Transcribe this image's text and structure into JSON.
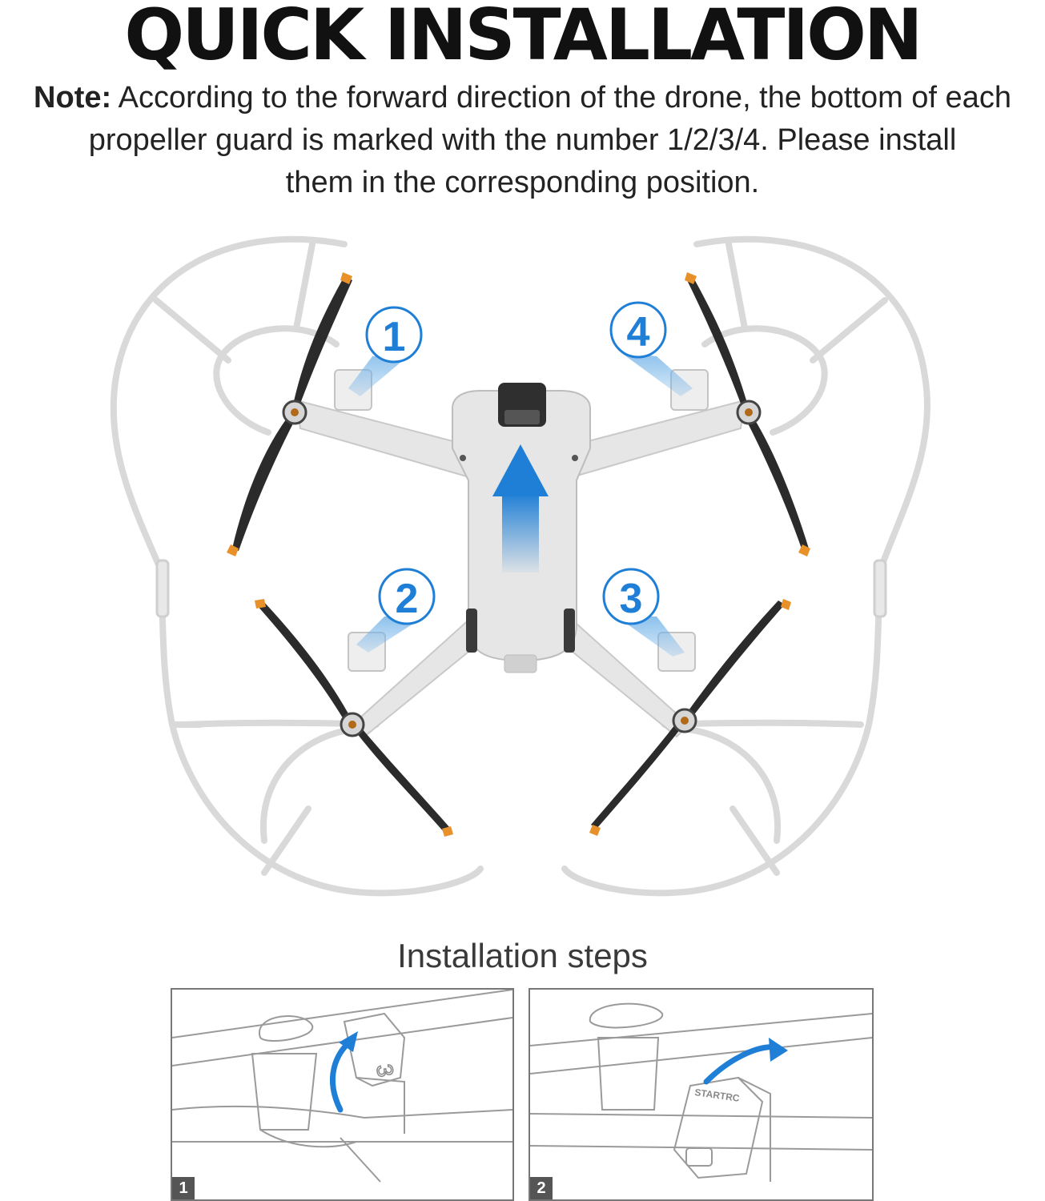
{
  "header": {
    "title": "QUICK INSTALLATION",
    "note_label": "Note:",
    "note_line1": "According to the forward direction of the drone, the bottom of each",
    "note_line2": "propeller guard is marked with the number 1/2/3/4. Please install",
    "note_line3": "them in the corresponding position."
  },
  "callouts": [
    {
      "id": "1",
      "label": "1"
    },
    {
      "id": "2",
      "label": "2"
    },
    {
      "id": "3",
      "label": "3"
    },
    {
      "id": "4",
      "label": "4"
    }
  ],
  "steps": {
    "title": "Installation steps",
    "panels": [
      {
        "number": "1",
        "clip_mark": "3"
      },
      {
        "number": "2",
        "clip_brand": "STARTRC"
      }
    ]
  },
  "colors": {
    "accent_blue": "#1f7fd6",
    "guard_gray": "#d9d9d9",
    "propeller_black": "#2b2b2b",
    "propeller_tip_orange": "#e8912a",
    "drone_body": "#e6e6e6"
  },
  "icons": [
    "forward-arrow-icon",
    "curved-arrow-icon"
  ]
}
